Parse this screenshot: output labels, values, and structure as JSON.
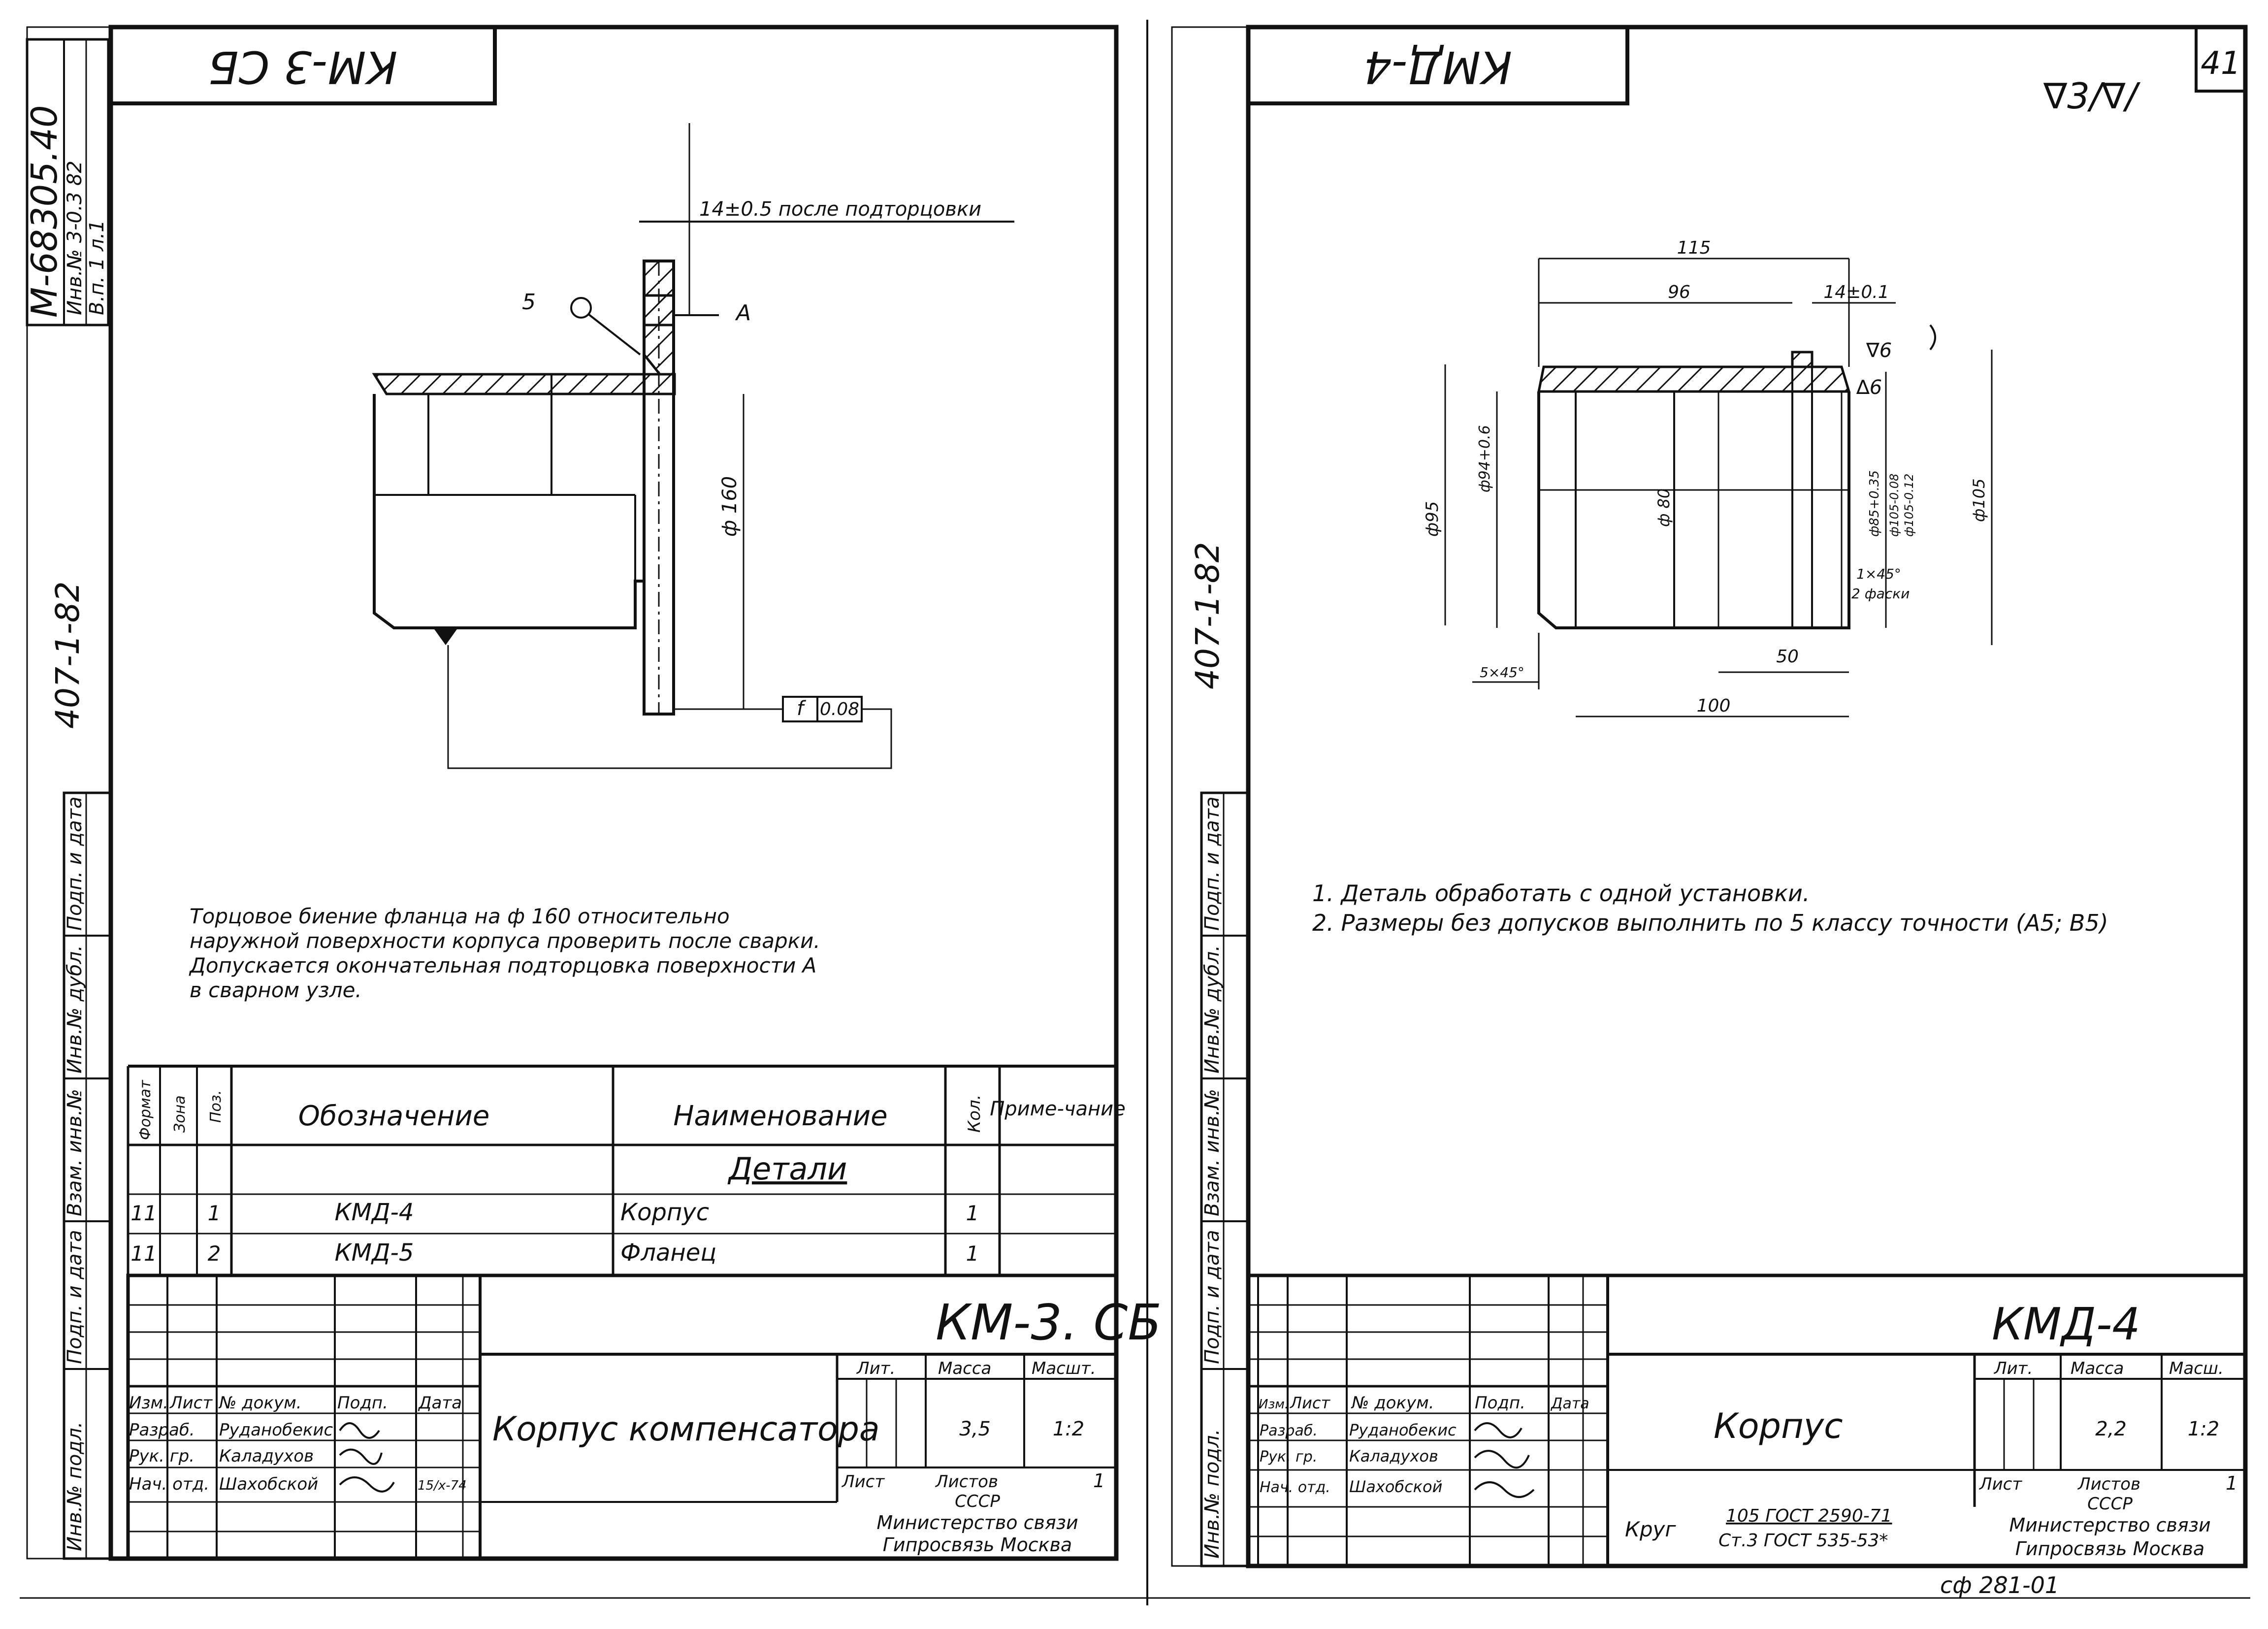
{
  "archive": {
    "code": "М-68305.40",
    "inv": "Инв.№ 3-0.3 82",
    "vp": "В.п. 1 л.1",
    "series_left": "407-1-82",
    "series_right": "407-1-82"
  },
  "margin_labels": [
    "Подп. и дата",
    "Инв.№ дубл.",
    "Взам. инв.№",
    "Подп. и дата",
    "Инв.№ подл."
  ],
  "left": {
    "stamp": "КМ-3 СБ",
    "note_1": "14±0.5 после подторцовки",
    "roughness_label": "5",
    "weld_label": "А",
    "dia_label": "ф 160",
    "tolerance_sym": "f",
    "tolerance_val": "0.08",
    "notes": [
      "Торцовое биение фланца на ф 160 относительно",
      "наружной поверхности корпуса проверить после сварки.",
      "Допускается окончательная подторцовка поверхности А",
      "в сварном узле."
    ],
    "spec_headers": {
      "format": "Формат",
      "zone": "Зона",
      "pos": "Поз.",
      "designation": "Обозначение",
      "name": "Наименование",
      "qty": "Кол.",
      "note": "Приме-чание"
    },
    "section_title": "Детали",
    "spec_rows": [
      {
        "format": "11",
        "pos": "1",
        "designation": "КМД-4",
        "name": "Корпус",
        "qty": "1"
      },
      {
        "format": "11",
        "pos": "2",
        "designation": "КМД-5",
        "name": "Фланец",
        "qty": "1"
      }
    ],
    "title_block": {
      "code": "КМ-3. СБ",
      "name": "Корпус компенсатора",
      "col_izm": "Изм.",
      "col_list": "Лист",
      "col_doc": "№ докум.",
      "col_sign": "Подп.",
      "col_date": "Дата",
      "rows": [
        {
          "role": "Разраб.",
          "person": "Руданобекис"
        },
        {
          "role": "Рук. гр.",
          "person": "Каладухов"
        },
        {
          "role": "Нач. отд.",
          "person": "Шахобской"
        }
      ],
      "date_value": "15/x-74",
      "lit_label": "Лит.",
      "mass_label": "Масса",
      "scale_label": "Масшт.",
      "mass": "3,5",
      "scale": "1:2",
      "sheet_label": "Лист",
      "sheets_label": "Листов",
      "sheets": "1",
      "org_1": "СССР",
      "org_2": "Министерство связи",
      "org_3": "Гипросвязь Москва"
    }
  },
  "right": {
    "stamp": "КМД-4",
    "sheet_number": "41",
    "roughness_top": "∇3/∇/",
    "dims": {
      "d115": "115",
      "d96": "96",
      "d14": "14±0.1",
      "r6a": "∇6",
      "r6b": "∆6",
      "dia95": "ф95",
      "dia94": "ф94+0.6",
      "dia80": "ф 80",
      "dia85": "ф85+0.35",
      "dia105a": "ф105-0.08",
      "dia105b": "ф105-0.12",
      "dia105": "ф105",
      "chamfer": "1×45°",
      "chamfer2": "2 фаски",
      "d50": "50",
      "d100": "100",
      "d5": "5×45°"
    },
    "notes": [
      "1. Деталь обработать с одной установки.",
      "2. Размеры без допусков выполнить по 5 классу точности (А5; В5)"
    ],
    "title_block": {
      "code": "КМД-4",
      "name": "Корпус",
      "col_izm": "Изм.",
      "col_list": "Лист",
      "col_doc": "№ докум.",
      "col_sign": "Подп.",
      "col_date": "Дата",
      "rows": [
        {
          "role": "Разраб.",
          "person": "Руданобекис"
        },
        {
          "role": "Рук. гр.",
          "person": "Каладухов"
        },
        {
          "role": "Нач. отд.",
          "person": "Шахобской"
        }
      ],
      "material_prefix": "Круг",
      "material_top": "105 ГОСТ 2590-71",
      "material_bottom": "Ст.3 ГОСТ 535-53*",
      "lit_label": "Лит.",
      "mass_label": "Масса",
      "scale_label": "Масш.",
      "mass": "2,2",
      "scale": "1:2",
      "sheet_label": "Лист",
      "sheets_label": "Листов",
      "sheets": "1",
      "org_1": "СССР",
      "org_2": "Министерство связи",
      "org_3": "Гипросвязь Москва"
    },
    "footer": "сф 281-01"
  }
}
